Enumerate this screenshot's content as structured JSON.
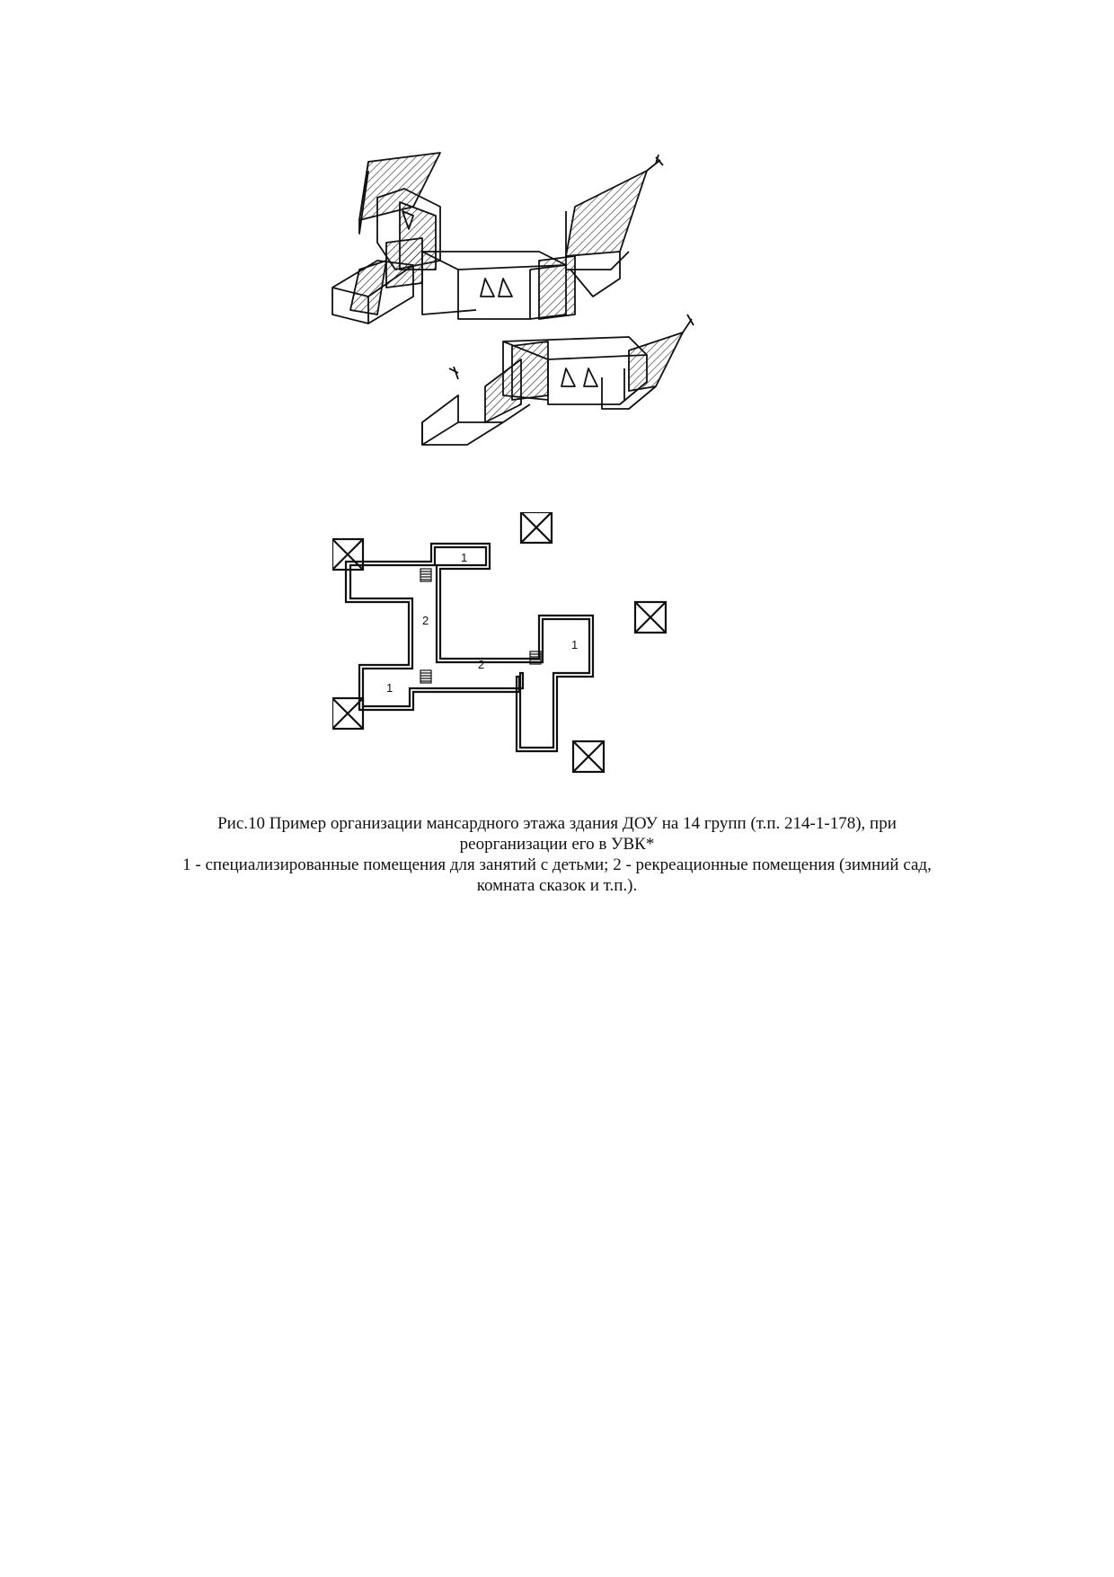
{
  "figure": {
    "plan_labels": {
      "room1": "1",
      "room2": "2"
    }
  },
  "caption": {
    "title": "Рис.10 Пример организации мансардного этажа здания ДОУ на 14 групп (т.п. 214-1-178), при реорганизации его в УВК*",
    "legend": "1 - специализированные помещения для занятий с детьми; 2 - рекреационные помещения (зимний сад, комната сказок и т.п.)."
  }
}
